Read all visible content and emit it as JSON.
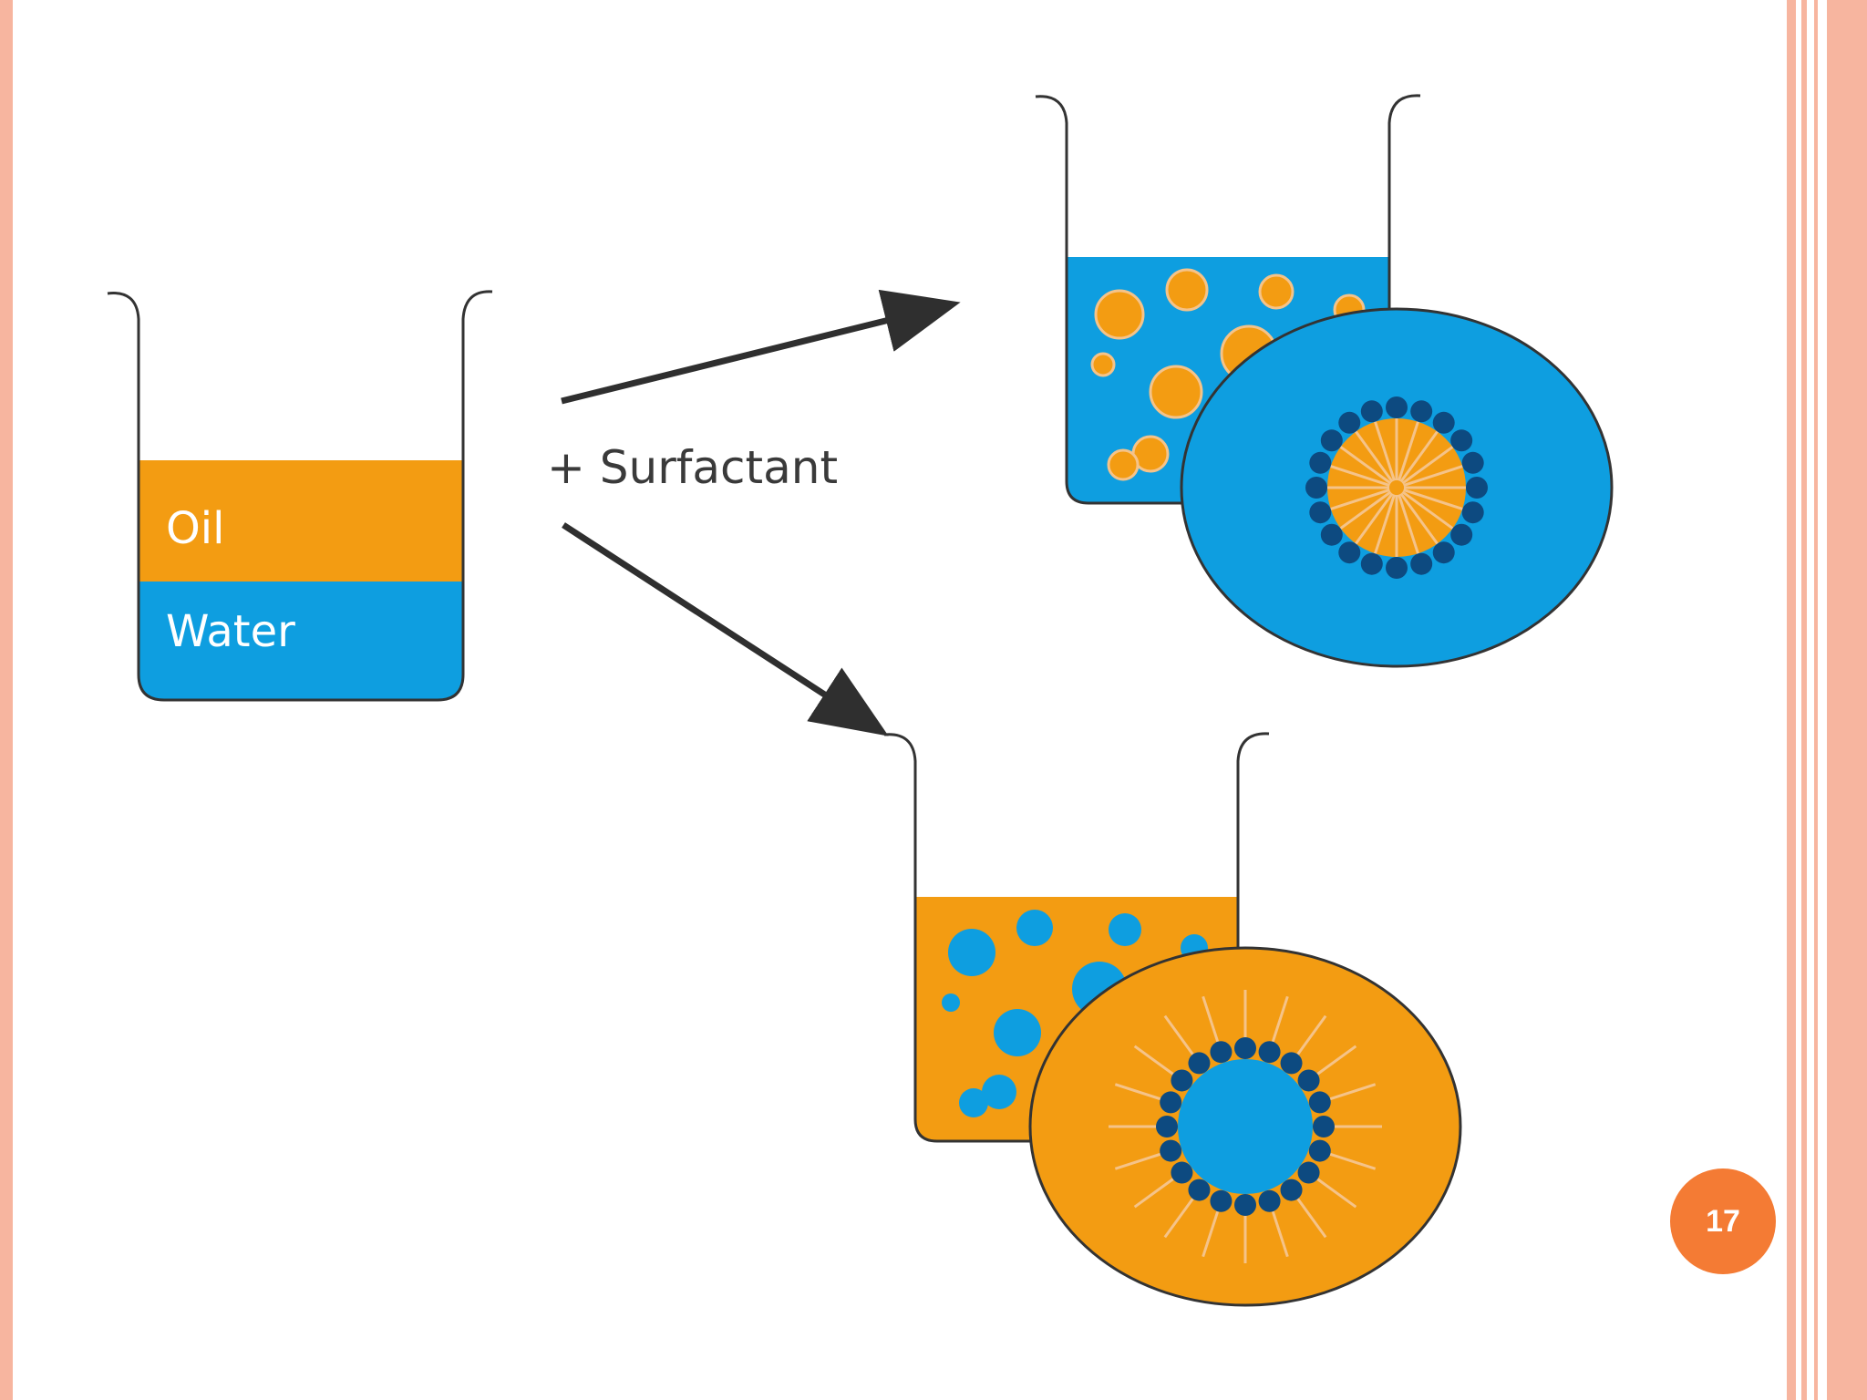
{
  "colors": {
    "oil": "#f39c12",
    "water": "#0e9ee0",
    "surfactant_head": "#0d4a80",
    "surfactant_tail": "#f5c389",
    "outline": "#333333",
    "arrow": "#2f2f2f",
    "frame": "#f7b59f",
    "page_badge": "#f47b34"
  },
  "labels": {
    "oil": "Oil",
    "water": "Water",
    "reagent": "+ Surfactant"
  },
  "slide": {
    "page_number": "17"
  }
}
